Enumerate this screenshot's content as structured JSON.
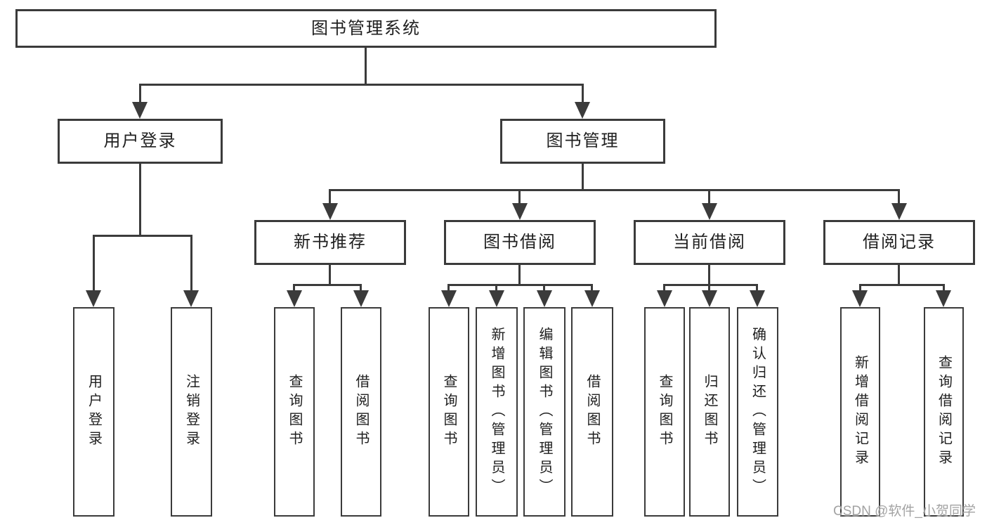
{
  "diagram": {
    "root": {
      "label": "图书管理系统"
    },
    "level2": [
      {
        "label": "用户登录"
      },
      {
        "label": "图书管理"
      }
    ],
    "level3": [
      {
        "label": "新书推荐"
      },
      {
        "label": "图书借阅"
      },
      {
        "label": "当前借阅"
      },
      {
        "label": "借阅记录"
      }
    ],
    "leaves": [
      {
        "label": "用户登录"
      },
      {
        "label": "注销登录"
      },
      {
        "label": "查询图书"
      },
      {
        "label": "借阅图书"
      },
      {
        "label": "查询图书"
      },
      {
        "label": "新增图书（管理员）"
      },
      {
        "label": "编辑图书（管理员）"
      },
      {
        "label": "借阅图书"
      },
      {
        "label": "查询图书"
      },
      {
        "label": "归还图书"
      },
      {
        "label": "确认归还（管理员）"
      },
      {
        "label": "新增借阅记录"
      },
      {
        "label": "查询借阅记录"
      }
    ],
    "watermark": "CSDN @软件_小贺同学",
    "colors": {
      "line": "#3b3b3b",
      "text": "#1f1f1f",
      "watermark": "#a3a3a3",
      "background": "#ffffff"
    }
  }
}
